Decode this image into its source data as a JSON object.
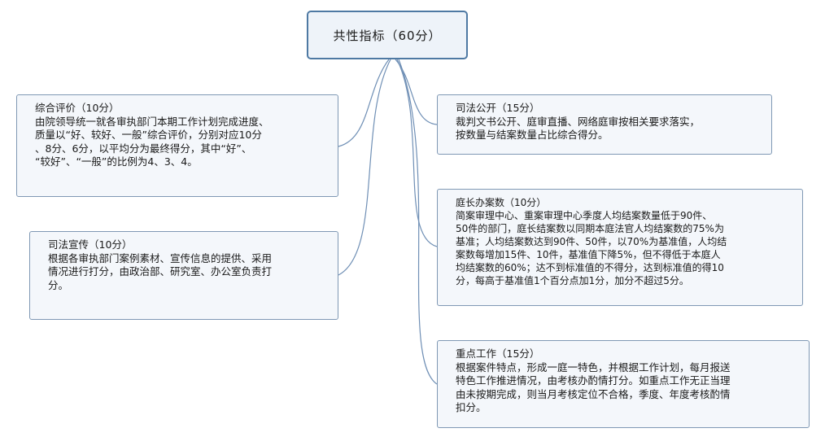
{
  "root": {
    "label": "共性指标（60分）"
  },
  "topics": [
    {
      "id": "zonghe",
      "title": "综合评价（10分）",
      "body": "由院领导统一就各审执部门本期工作计划完成进度、\n质量以“好、较好、一般”综合评价，分别对应10分\n、8分、6分，以平均分为最终得分，其中“好”、\n“较好”、“一般”的比例为4、3、4。"
    },
    {
      "id": "xuanchuan",
      "title": "司法宣传（10分）",
      "body": "根据各审执部门案例素材、宣传信息的提供、采用\n情况进行打分，由政治部、研究室、办公室负责打\n分。"
    },
    {
      "id": "gongkai",
      "title": "司法公开（15分）",
      "body": "裁判文书公开、庭审直播、网络庭审按相关要求落实，\n按数量与结案数量占比综合得分。"
    },
    {
      "id": "banan",
      "title": "庭长办案数（10分）",
      "body": "简案审理中心、重案审理中心季度人均结案数量低于90件、\n50件的部门，庭长结案数以同期本庭法官人均结案数的75%为\n基准；人均结案数达到90件、50件，以70%为基准值，人均结\n案数每增加15件、10件，基准值下降5%，但不得低于本庭人\n均结案数的60%；达不到标准值的不得分，达到标准值的得10\n分，每高于基准值1个百分点加1分，加分不超过5分。"
    },
    {
      "id": "zhongdian",
      "title": "重点工作（15分）",
      "body": "根据案件特点，形成一庭一特色，并根据工作计划，每月报送\n特色工作推进情况，由考核办酌情打分。如重点工作无正当理\n由未按期完成，则当月考核定位不合格，季度、年度考核酌情\n扣分。"
    }
  ],
  "colors": {
    "root_border": "#4e79a3",
    "root_fill": "#eef3f9",
    "topic_border": "#7f98b4",
    "topic_fill": "#f4f7fb",
    "connector": "#6f8fb5"
  }
}
